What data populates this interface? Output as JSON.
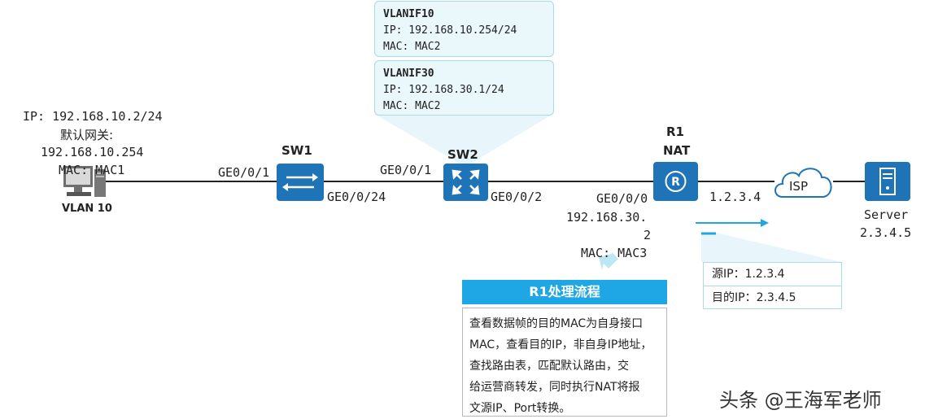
{
  "pc": {
    "ip": "IP: 192.168.10.2/24",
    "gw_label": "默认网关:",
    "gw": "192.168.10.254",
    "mac": "MAC: MAC1",
    "vlan": "VLAN 10"
  },
  "sw1": {
    "name": "SW1",
    "port_left": "GE0/0/1",
    "port_right": "GE0/0/24"
  },
  "sw2": {
    "name": "SW2",
    "port_left": "GE0/0/1",
    "port_right": "GE0/0/2",
    "vlanif10": {
      "title": "VLANIF10",
      "ip": "IP: 192.168.10.254/24",
      "mac": "MAC: MAC2"
    },
    "vlanif30": {
      "title": "VLANIF30",
      "ip": "IP: 192.168.30.1/24",
      "mac": "MAC: MAC2"
    }
  },
  "r1": {
    "name": "R1",
    "nat": "NAT",
    "port": "GE0/0/0",
    "ip_line1": "192.168.30.",
    "ip_line2": "2",
    "mac": "MAC: MAC3",
    "wan_ip": "1.2.3.4"
  },
  "isp": {
    "label": "ISP"
  },
  "server": {
    "label": "Server",
    "ip": "2.3.4.5"
  },
  "process": {
    "title": "R1处理流程",
    "lines": [
      "查看数据帧的目的MAC为自身接口",
      "MAC，查看目的IP，非自身IP地址，",
      "查找路由表，匹配默认路由，交",
      "给运营商转发，同时执行NAT将报",
      "文源IP、Port转换。"
    ]
  },
  "packet": {
    "src": "源IP：1.2.3.4",
    "dst": "目的IP：2.3.4.5"
  },
  "watermark": "头条 @王海军老师",
  "colors": {
    "device": "#1f73b7",
    "accent": "#1ea7e4",
    "box_fill": "#eaf7fb",
    "box_border": "#a9dbea"
  }
}
